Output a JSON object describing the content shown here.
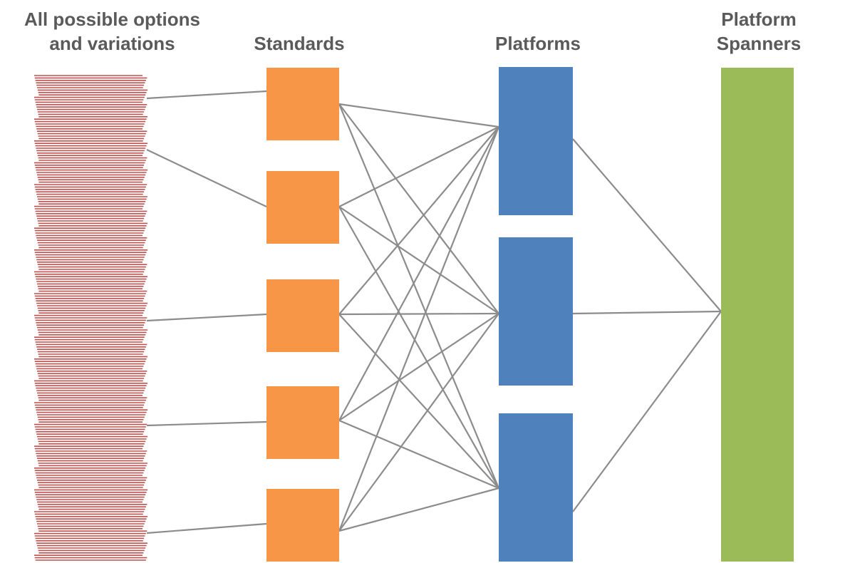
{
  "headings": {
    "options": "All possible options\nand variations",
    "standards": "Standards",
    "platforms": "Platforms",
    "spanners": "Platform\nSpanners"
  },
  "colors": {
    "options": "#c0504d",
    "standards": "#f79646",
    "platforms": "#4f81bd",
    "spanners": "#9bbb59",
    "connectors": "#8c8c8c",
    "text": "#5a5a5a"
  },
  "counts": {
    "standards": 5,
    "platforms": 3,
    "spanners": 1
  }
}
